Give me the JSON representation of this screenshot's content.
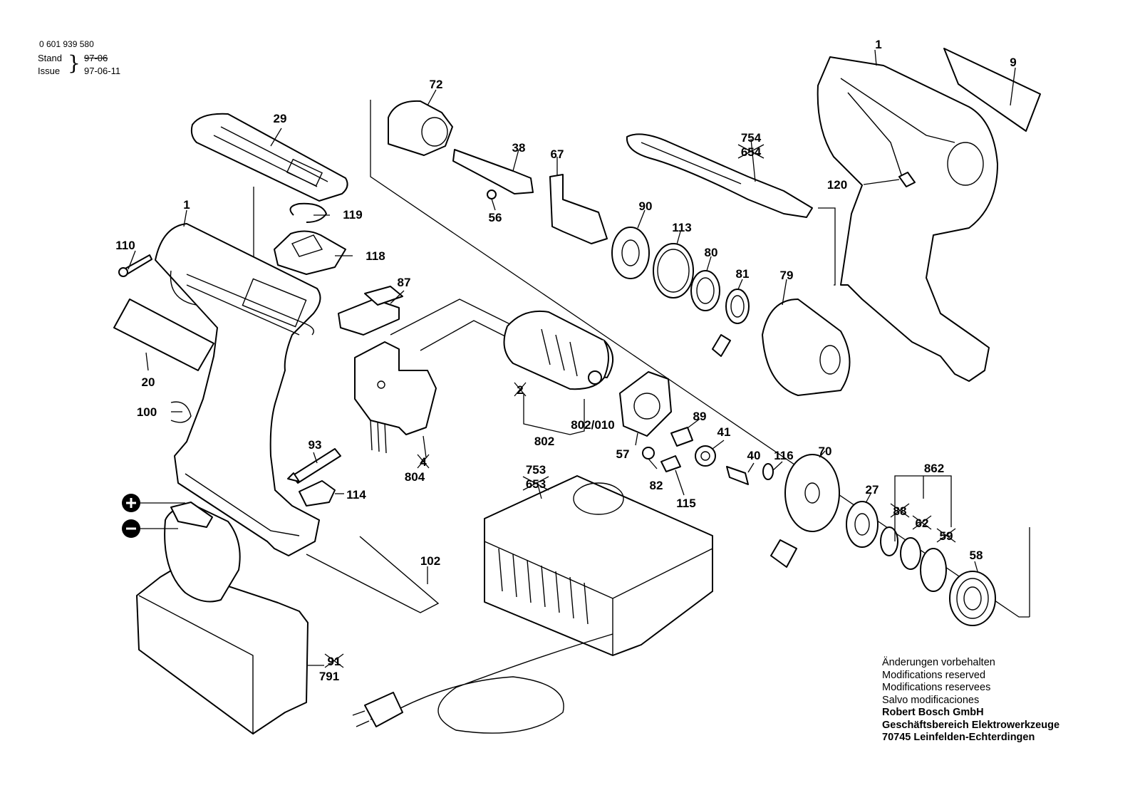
{
  "header": {
    "part_number": "0 601 939 580",
    "stand_label": "Stand",
    "stand_value": "97-06",
    "issue_label": "Issue",
    "issue_value": "97-06-11"
  },
  "parts": [
    {
      "id": "p1a",
      "label": "1",
      "struck": false
    },
    {
      "id": "p1b",
      "label": "1",
      "struck": false
    },
    {
      "id": "p9",
      "label": "9",
      "struck": false
    },
    {
      "id": "p20",
      "label": "20",
      "struck": false
    },
    {
      "id": "p27",
      "label": "27",
      "struck": false
    },
    {
      "id": "p29",
      "label": "29",
      "struck": false
    },
    {
      "id": "p38",
      "label": "38",
      "struck": false
    },
    {
      "id": "p40",
      "label": "40",
      "struck": false
    },
    {
      "id": "p41",
      "label": "41",
      "struck": false
    },
    {
      "id": "p56",
      "label": "56",
      "struck": false
    },
    {
      "id": "p57",
      "label": "57",
      "struck": false
    },
    {
      "id": "p58",
      "label": "58",
      "struck": false
    },
    {
      "id": "p59",
      "label": "59",
      "struck": true
    },
    {
      "id": "p62",
      "label": "62",
      "struck": true
    },
    {
      "id": "p67",
      "label": "67",
      "struck": false
    },
    {
      "id": "p70",
      "label": "70",
      "struck": false
    },
    {
      "id": "p72",
      "label": "72",
      "struck": false
    },
    {
      "id": "p79",
      "label": "79",
      "struck": false
    },
    {
      "id": "p80",
      "label": "80",
      "struck": false
    },
    {
      "id": "p81",
      "label": "81",
      "struck": false
    },
    {
      "id": "p82",
      "label": "82",
      "struck": false
    },
    {
      "id": "p87",
      "label": "87",
      "struck": false
    },
    {
      "id": "p88",
      "label": "88",
      "struck": true
    },
    {
      "id": "p89",
      "label": "89",
      "struck": false
    },
    {
      "id": "p90",
      "label": "90",
      "struck": false
    },
    {
      "id": "p91",
      "label": "91",
      "struck": true
    },
    {
      "id": "p93",
      "label": "93",
      "struck": false
    },
    {
      "id": "p100",
      "label": "100",
      "struck": false
    },
    {
      "id": "p102",
      "label": "102",
      "struck": false
    },
    {
      "id": "p110",
      "label": "110",
      "struck": false
    },
    {
      "id": "p113",
      "label": "113",
      "struck": false
    },
    {
      "id": "p114",
      "label": "114",
      "struck": false
    },
    {
      "id": "p115",
      "label": "115",
      "struck": false
    },
    {
      "id": "p116",
      "label": "116",
      "struck": false
    },
    {
      "id": "p118",
      "label": "118",
      "struck": false
    },
    {
      "id": "p119",
      "label": "119",
      "struck": false
    },
    {
      "id": "p120",
      "label": "120",
      "struck": false
    },
    {
      "id": "p653",
      "label": "653",
      "struck": true
    },
    {
      "id": "p654",
      "label": "654",
      "struck": true
    },
    {
      "id": "p753",
      "label": "753",
      "struck": false
    },
    {
      "id": "p754",
      "label": "754",
      "struck": false
    },
    {
      "id": "p791",
      "label": "791",
      "struck": false
    },
    {
      "id": "p802",
      "label": "802",
      "struck": false
    },
    {
      "id": "p802010",
      "label": "802/010",
      "struck": false
    },
    {
      "id": "p804",
      "label": "804",
      "struck": false
    },
    {
      "id": "p804x",
      "label": "4",
      "struck": true
    },
    {
      "id": "p2x",
      "label": "2",
      "struck": true
    },
    {
      "id": "p862",
      "label": "862",
      "struck": false
    }
  ],
  "notes": [
    {
      "text": "Änderungen vorbehalten",
      "bold": false
    },
    {
      "text": "Modifications reserved",
      "bold": false
    },
    {
      "text": "Modifications reservees",
      "bold": false
    },
    {
      "text": "Salvo modificaciones",
      "bold": false
    },
    {
      "text": "Robert Bosch GmbH",
      "bold": true
    },
    {
      "text": "Geschäftsbereich Elektrowerkzeuge",
      "bold": true
    },
    {
      "text": "70745 Leinfelden-Echterdingen",
      "bold": true
    }
  ],
  "icons": [
    "battery-plus-icon",
    "battery-minus-icon"
  ]
}
